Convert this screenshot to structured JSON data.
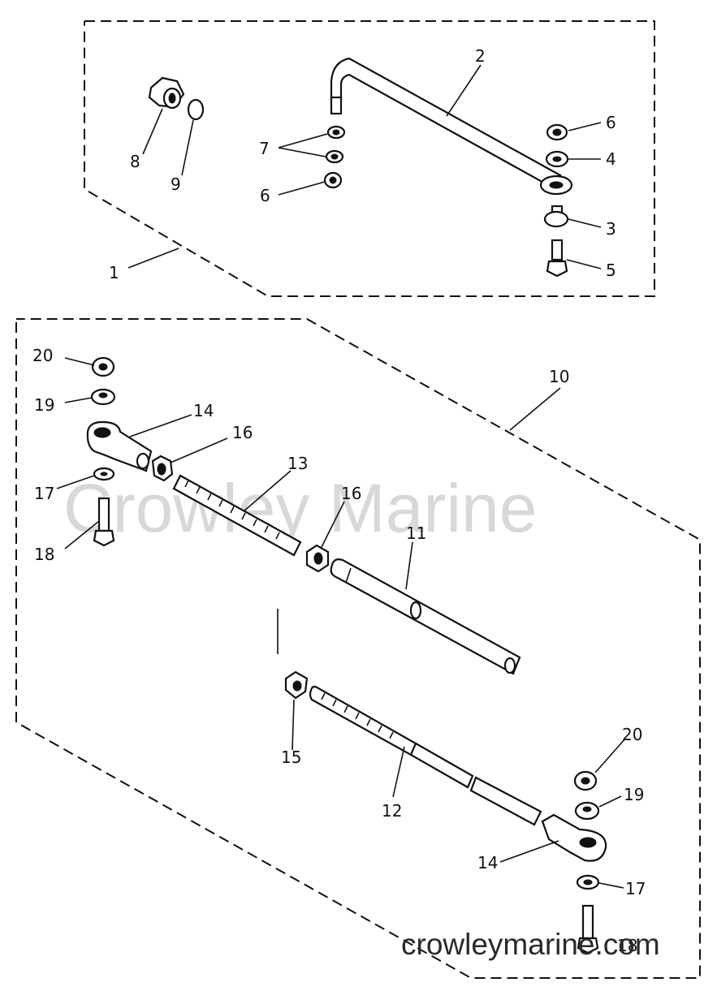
{
  "watermark": "Crowley Marine",
  "site_url": "crowleymarine.com",
  "callouts": {
    "c1": "1",
    "c2": "2",
    "c3": "3",
    "c4": "4",
    "c5": "5",
    "c6a": "6",
    "c6b": "6",
    "c7": "7",
    "c8": "8",
    "c9": "9",
    "c10": "10",
    "c11": "11",
    "c12": "12",
    "c13": "13",
    "c14a": "14",
    "c14b": "14",
    "c15": "15",
    "c16a": "16",
    "c16b": "16",
    "c17a": "17",
    "c17b": "17",
    "c18a": "18",
    "c18b": "18",
    "c19a": "19",
    "c19b": "19",
    "c20a": "20",
    "c20b": "20"
  }
}
